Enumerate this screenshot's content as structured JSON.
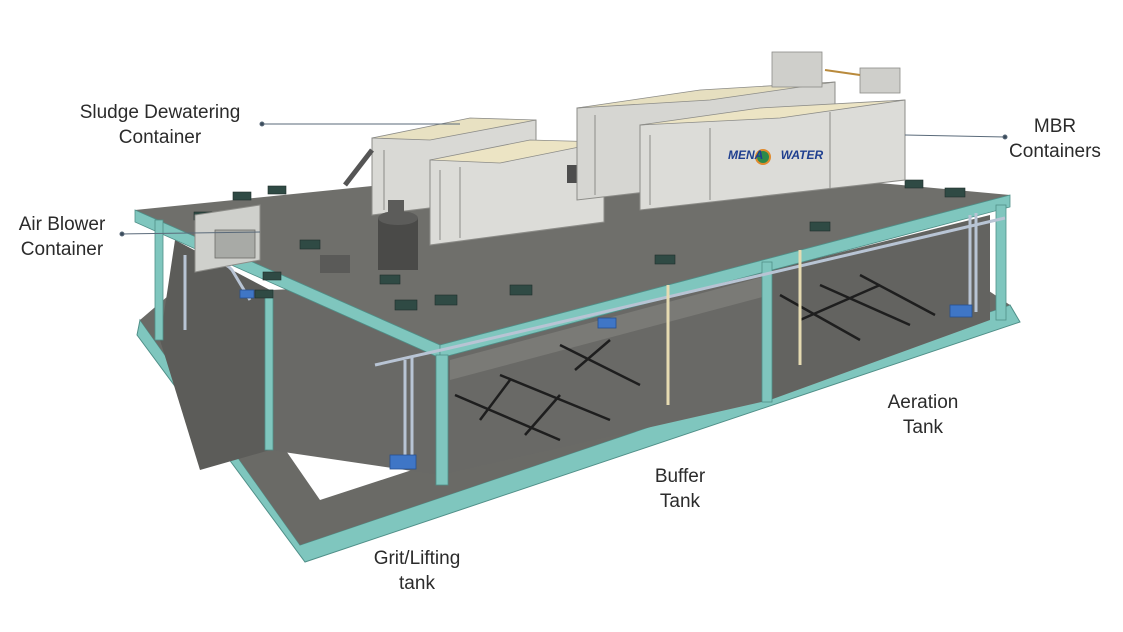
{
  "labels": {
    "sludge": {
      "line1": "Sludge Dewatering",
      "line2": "Container"
    },
    "mbr": {
      "line1": "MBR",
      "line2": "Containers"
    },
    "air": {
      "line1": "Air Blower",
      "line2": "Container"
    },
    "aeration": {
      "line1": "Aeration",
      "line2": "Tank"
    },
    "buffer": {
      "line1": "Buffer",
      "line2": "Tank"
    },
    "grit": {
      "line1": "Grit/Lifting",
      "line2": "tank"
    }
  },
  "logo": {
    "left": "MENA",
    "right": "WATER"
  },
  "colors": {
    "slab_top": "#6f6f6b",
    "slab_edge": "#7fc6be",
    "wall_shadow": "#5a5a57",
    "container": "#dcdcd8",
    "container_roof": "#e8e1c2",
    "pipe": "#b8c4d4",
    "label_text": "#2b2b2b",
    "leader_line": "#5a6a7a"
  }
}
